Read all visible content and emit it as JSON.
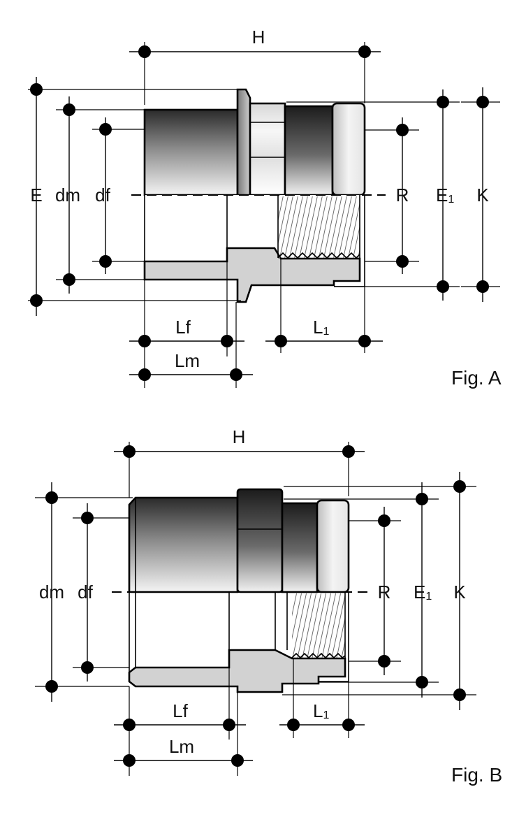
{
  "figures": [
    {
      "caption": "Fig. A",
      "labels": {
        "H": "H",
        "E": "E",
        "dm": "dm",
        "df": "df",
        "R": "R",
        "E1": "E",
        "E1_sub": "1",
        "K": "K",
        "Lf": "Lf",
        "Lm": "Lm",
        "L1": "L",
        "L1_sub": "1"
      }
    },
    {
      "caption": "Fig. B",
      "labels": {
        "H": "H",
        "dm": "dm",
        "df": "df",
        "R": "R",
        "E1": "E",
        "E1_sub": "1",
        "K": "K",
        "Lf": "Lf",
        "Lm": "Lm",
        "L1": "L",
        "L1_sub": "1"
      }
    }
  ]
}
